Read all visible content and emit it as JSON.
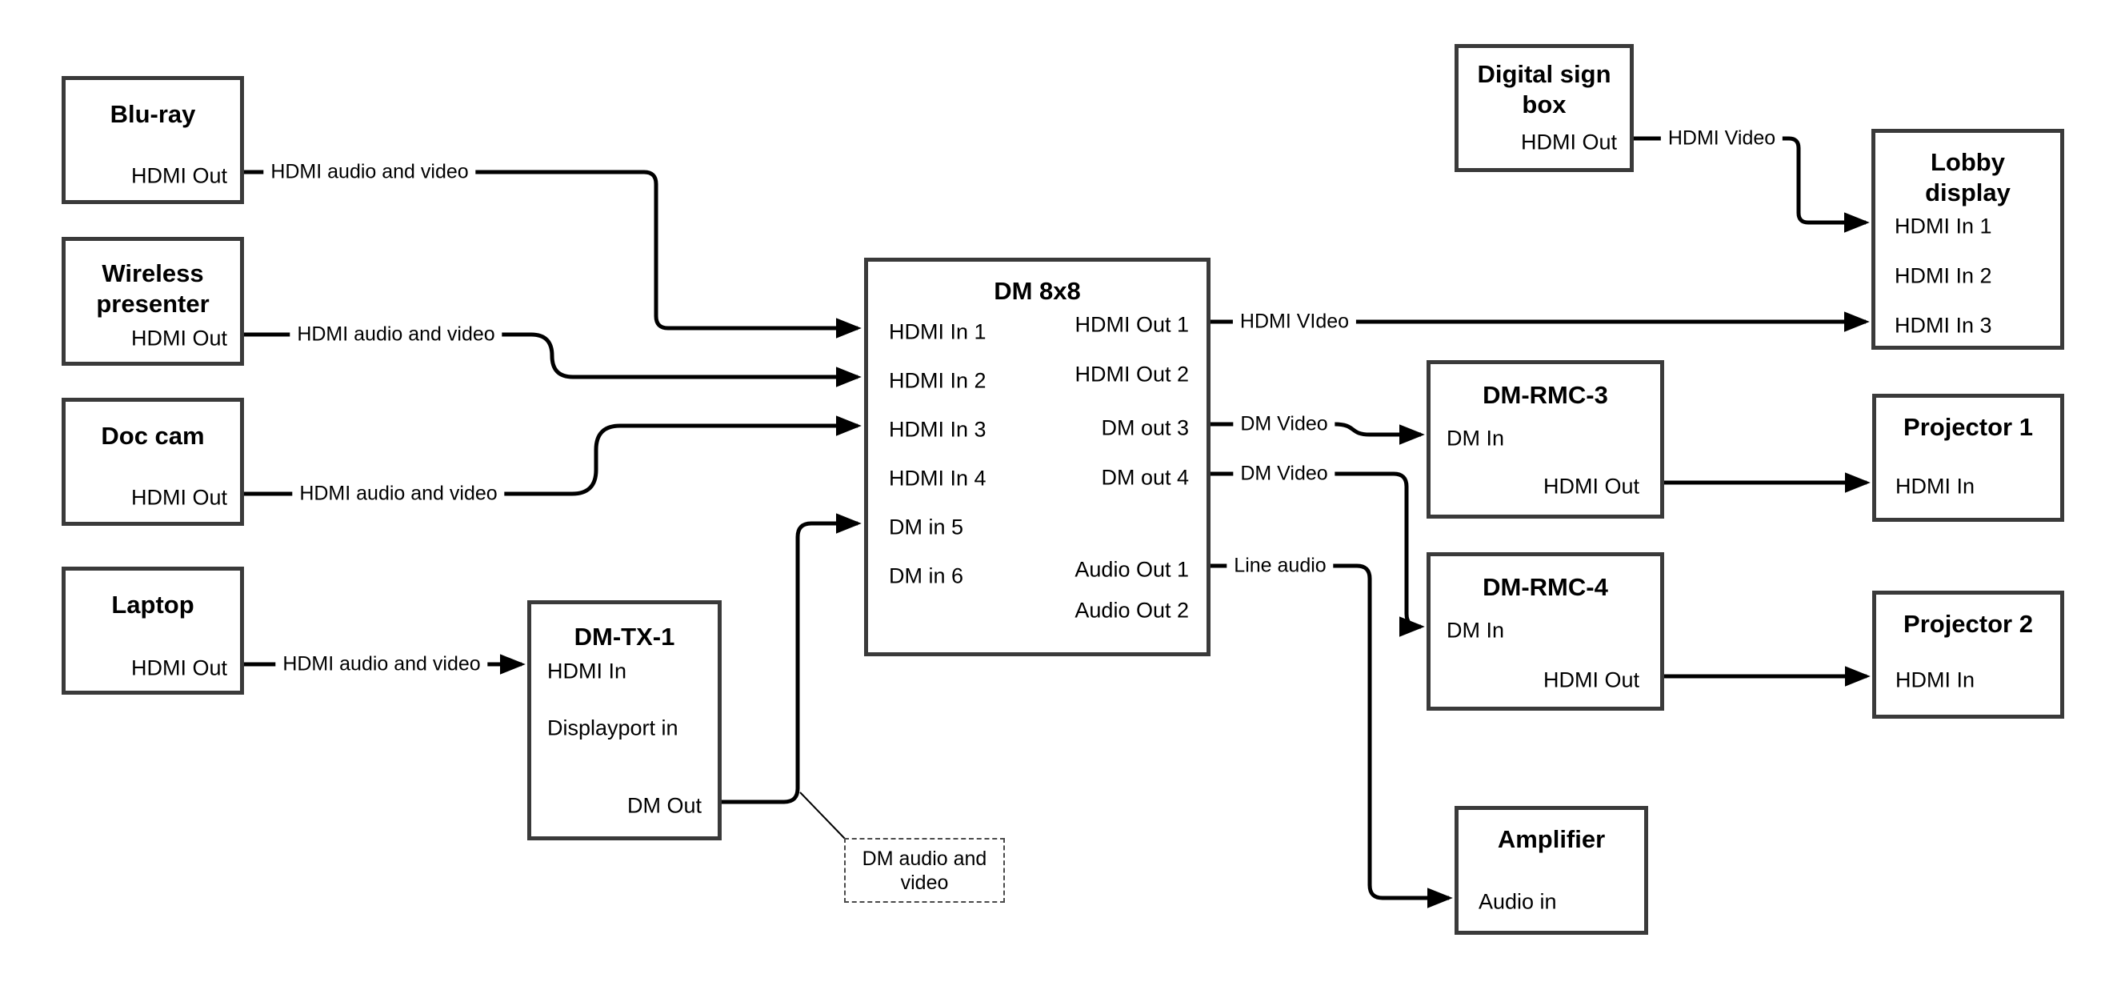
{
  "diagram": {
    "colors": {
      "background": "#ffffff",
      "wire": "#000000",
      "box_border": "#3a3a3a",
      "text": "#000000"
    },
    "nodes": {
      "bluray": {
        "title": "Blu-ray",
        "port_hdmi_out": "HDMI Out"
      },
      "wireless": {
        "title": "Wireless presenter",
        "port_hdmi_out": "HDMI Out"
      },
      "doccam": {
        "title": "Doc cam",
        "port_hdmi_out": "HDMI Out"
      },
      "laptop": {
        "title": "Laptop",
        "port_hdmi_out": "HDMI Out"
      },
      "dmtx1": {
        "title": "DM-TX-1",
        "port_hdmi_in": "HDMI In",
        "port_displayport_in": "Displayport in",
        "port_dm_out": "DM Out"
      },
      "dm8x8": {
        "title": "DM 8x8",
        "port_in1": "HDMI In 1",
        "port_in2": "HDMI In 2",
        "port_in3": "HDMI In 3",
        "port_in4": "HDMI In 4",
        "port_in5": "DM in 5",
        "port_in6": "DM in 6",
        "port_out1": "HDMI Out 1",
        "port_out2": "HDMI Out 2",
        "port_out3": "DM out 3",
        "port_out4": "DM out 4",
        "port_audio1": "Audio Out 1",
        "port_audio2": "Audio Out 2"
      },
      "digitalsign": {
        "title": "Digital sign box",
        "port_hdmi_out": "HDMI Out"
      },
      "lobby": {
        "title": "Lobby display",
        "port_in1": "HDMI In 1",
        "port_in2": "HDMI In 2",
        "port_in3": "HDMI In 3"
      },
      "rmc3": {
        "title": "DM-RMC-3",
        "port_dm_in": "DM In",
        "port_hdmi_out": "HDMI Out"
      },
      "proj1": {
        "title": "Projector 1",
        "port_hdmi_in": "HDMI In"
      },
      "rmc4": {
        "title": "DM-RMC-4",
        "port_dm_in": "DM In",
        "port_hdmi_out": "HDMI Out"
      },
      "proj2": {
        "title": "Projector 2",
        "port_hdmi_in": "HDMI In"
      },
      "amp": {
        "title": "Amplifier",
        "port_audio_in": "Audio in"
      }
    },
    "wire_labels": {
      "bluray_dm8x8": "HDMI audio and video",
      "wireless_dm8x8": "HDMI audio and video",
      "doccam_dm8x8": "HDMI audio and video",
      "laptop_dmtx1": "HDMI audio and video",
      "dm8x8_lobby": "HDMI VIdeo",
      "digitalsign_lobby": "HDMI Video",
      "dm8x8_rmc3": "DM Video",
      "dm8x8_rmc4": "DM Video",
      "dm8x8_amp": "Line audio",
      "callout": "DM audio and video"
    }
  }
}
